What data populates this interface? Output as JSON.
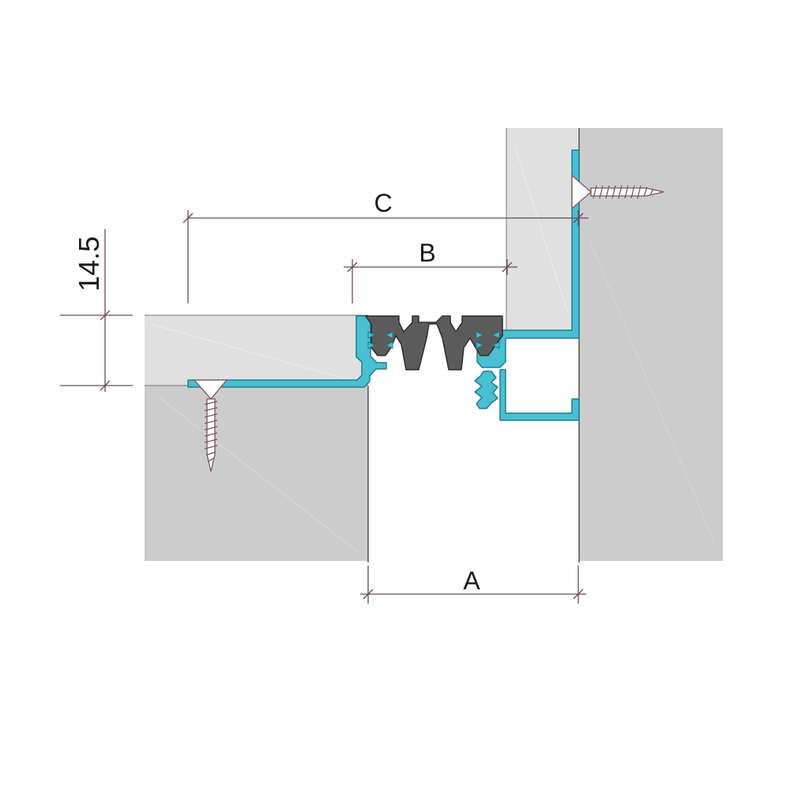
{
  "dimensions": {
    "height_label": "14.5",
    "c_label": "C",
    "b_label": "B",
    "a_label": "A"
  },
  "colors": {
    "profile": "#49bfd1",
    "profile_stroke": "#1f7f8e",
    "insert": "#5b5b5b",
    "insert_stroke": "#2e2e2e",
    "substrate": "#cccccc",
    "finish_layer": "#e0e0e0",
    "dimension_line": "#6b4a52",
    "screw": "#ffffff",
    "screw_stroke": "#7a5560"
  },
  "icons": {
    "left_fixing": "screw-icon",
    "right_fixing": "screw-icon"
  }
}
